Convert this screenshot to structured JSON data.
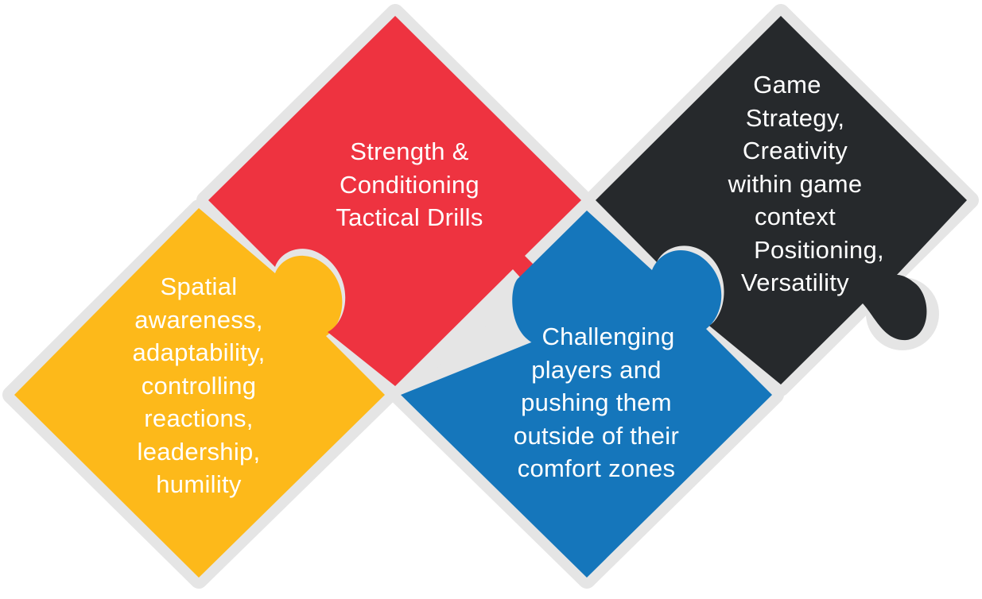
{
  "colors": {
    "outline": "#e5e5e5",
    "red": "#ee3340",
    "yellow": "#fdb91a",
    "blue": "#1576bb",
    "black": "#26292c",
    "text": "#ffffff"
  },
  "pieces": [
    {
      "id": "red",
      "color_key": "red",
      "lines": [
        "Strength &",
        "Conditioning",
        "Tactical Drills"
      ]
    },
    {
      "id": "yellow",
      "color_key": "yellow",
      "lines": [
        "Spatial",
        "awareness,",
        "adaptability,",
        "controlling",
        "reactions,",
        "leadership,",
        "humility"
      ]
    },
    {
      "id": "blue",
      "color_key": "blue",
      "lines": [
        "Challenging",
        "players and",
        "pushing them",
        "outside of their",
        "comfort zones"
      ]
    },
    {
      "id": "black",
      "color_key": "black",
      "lines": [
        "Game",
        "Strategy,",
        "Creativity",
        "within game",
        "context",
        "Positioning,",
        "Versatility"
      ]
    }
  ]
}
